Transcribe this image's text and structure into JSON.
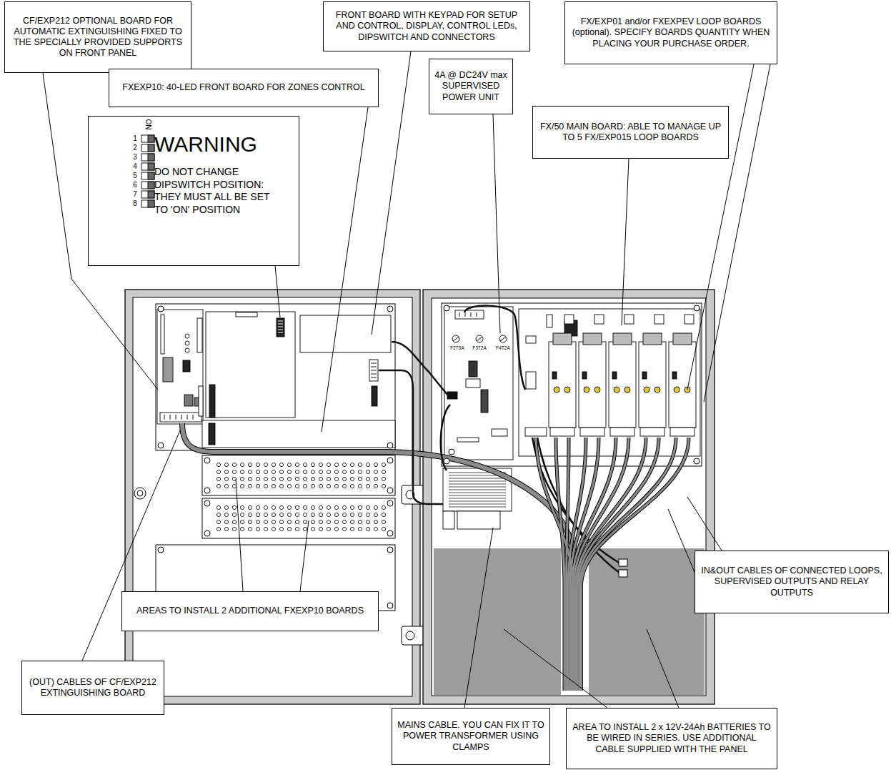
{
  "diagram": {
    "nodes": [
      {
        "text": [
          "CF/EXP212 OPTIONAL BOARD FOR AUTOMATIC EXTINGUISHING FIXED TO THE SPECIALLY PROVIDED SUPPORTS ON FRONT PANEL"
        ]
      },
      {
        "text": [
          "FRONT BOARD WITH KEYPAD FOR SETUP AND CONTROL, DISPLAY, CONTROL LEDs, DIPSWITCH AND CONNECTORS"
        ]
      },
      {
        "text": [
          "FX/EXP01 and/or FXEXPEV LOOP BOARDS (optional). SPECIFY BOARDS QUANTITY WHEN PLACING YOUR PURCHASE ORDER."
        ]
      },
      {
        "text": [
          "FXEXP10: 40-LED FRONT BOARD FOR ZONES CONTROL"
        ]
      },
      {
        "text": [
          "4A @ DC24V max SUPERVISED POWER UNIT"
        ]
      },
      {
        "text": [
          "FX/50 MAIN BOARD: ABLE TO MANAGE UP TO 5 FX/EXP015 LOOP BOARDS"
        ]
      },
      {
        "text": [
          "WARNING",
          "DO NOT CHANGE DIPSWITCH POSITION: THEY MUST ALL BE SET TO 'ON' POSITION"
        ]
      },
      {
        "text": [
          "IN&OUT CABLES OF CONNECTED LOOPS, SUPERVISED OUTPUTS AND RELAY OUTPUTS"
        ]
      },
      {
        "text": [
          "AREAS TO INSTALL 2 ADDITIONAL FXEXP10 BOARDS"
        ]
      },
      {
        "text": [
          "(OUT) CABLES OF CF/EXP212 EXTINGUISHING BOARD"
        ]
      },
      {
        "text": [
          "MAINS CABLE. YOU CAN FIX IT TO POWER TRANSFORMER USING CLAMPS"
        ]
      },
      {
        "text": [
          "AREA TO INSTALL 2 x 12V-24Ah BATTERIES TO BE WIRED IN SERIES. USE ADDITIONAL CABLE SUPPLIED WITH THE PANEL"
        ]
      }
    ],
    "labels": [
      "ON",
      "1",
      "2",
      "3",
      "4",
      "5",
      "6",
      "7",
      "8",
      "F2T5A",
      "F3T2A",
      "F4T2A"
    ]
  }
}
